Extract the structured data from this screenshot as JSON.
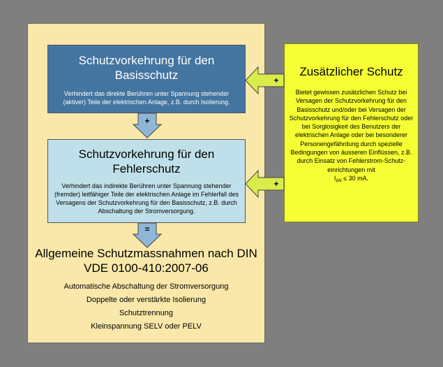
{
  "box_basis": {
    "title": "Schutzvorkehrung für den Basisschutz",
    "description": "Verhindert das direkte Berühren unter Spannung stehender (aktiver) Teile der elektrischen Anlage, z.B. durch Isolierung."
  },
  "box_fehler": {
    "title": "Schutzvorkehrung für den Fehlerschutz",
    "description": "Verhindert das indirekte Berühren unter Spannung stehender (fremder) leitfähiger Teile der elektrischen Anlage im Fehlerfall des Versagens der Schutzvorkehrung für den Basisschutz, z.B. durch Abschaltung der Stromversorgung."
  },
  "box_zusatz": {
    "title": "Zusätzlicher Schutz",
    "description_main": "Bietet gewissen zusätzlichen Schutz bei Versagen der Schutzvorkehrung für den Basisschutz und/oder bei Versagen der Schutzvorkehrung für den Fehlerschutz oder bei Sorglosigkeit des Benutzers der elektrischen Anlage oder bei besonderer Personengefährdung durch spezielle Bedingungen von äusseren Einflüssen, z.B. durch Einsatz von Fehlerstrom-Schutz-einrichtungen mit",
    "limit_symbol": "I",
    "limit_subscript": "ΔN",
    "limit_value": "≤ 30 mA."
  },
  "arrows": {
    "down_1_sign": "+",
    "down_2_sign": "=",
    "left_1_sign": "+",
    "left_2_sign": "+"
  },
  "summary": {
    "title": "Allgemeine Schutzmassnahmen nach DIN VDE 0100-410:2007-06",
    "measures": [
      "Automatische Abschaltung der Stromversorgung",
      "Doppelte oder verstärkte Isolierung",
      "Schutztrennung",
      "Kleinspannung SELV oder PELV"
    ]
  },
  "colors": {
    "background": "#7f7f7f",
    "panel": "#f9e8a9",
    "box_basis": "#4475a0",
    "box_fehler": "#bfe0ea",
    "box_zusatz": "#f6ff33",
    "arrow_down": "#8fb6d6",
    "arrow_left": "#d9ec49"
  }
}
